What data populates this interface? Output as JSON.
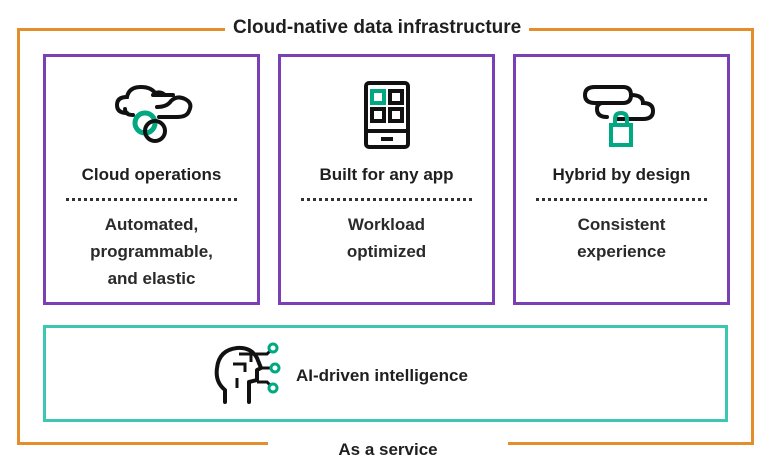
{
  "diagram": {
    "title": "Cloud-native data infrastructure",
    "footer": "As a service",
    "cards": [
      {
        "title": "Cloud operations",
        "desc": "Automated,\nprogrammable,\nand elastic",
        "icon": "cloud-operations-icon"
      },
      {
        "title": "Built for any app",
        "desc": "Workload\noptimized",
        "icon": "tablet-apps-icon"
      },
      {
        "title": "Hybrid by design",
        "desc": "Consistent\nexperience",
        "icon": "hybrid-cloud-lock-icon"
      }
    ],
    "ai": {
      "label": "AI-driven intelligence",
      "icon": "ai-head-icon"
    }
  },
  "colors": {
    "outer_frame": "#e38e2a",
    "card_border": "#7b3fb5",
    "ai_border": "#3cc7b3",
    "accent": "#01a982"
  }
}
